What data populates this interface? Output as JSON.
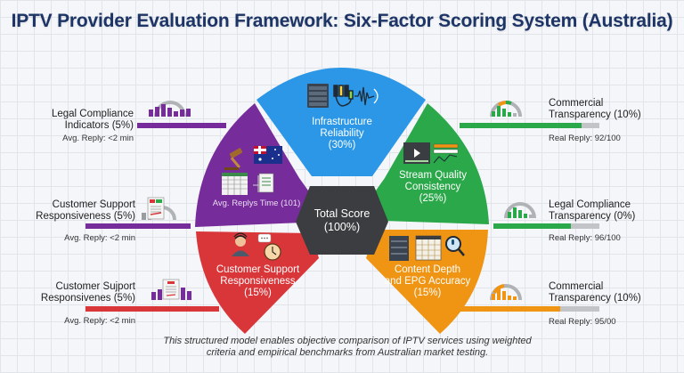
{
  "title": "IPTV Provider Evaluation Framework: Six-Factor Scoring System (Australia)",
  "center": {
    "line1": "Total Score",
    "line2": "(100%)",
    "color": "#3b3d40"
  },
  "segments": [
    {
      "id": "infrastructure",
      "line1": "Infrastructure",
      "line2": "Reliability",
      "line3": "(30%)",
      "weight": 30,
      "color": "#2b97e6",
      "icons": [
        "server-rack-icon",
        "cable-connectors-icon",
        "signal-waveform-icon"
      ]
    },
    {
      "id": "stream-quality",
      "line1": "Stream Quality",
      "line2": "Consistency",
      "line3": "(25%)",
      "weight": 25,
      "color": "#2aa84a",
      "icons": [
        "video-player-icon",
        "bitrate-bars-icon",
        "trend-line-icon"
      ]
    },
    {
      "id": "content-depth",
      "line1": "Content Depth",
      "line2": "and EPG Accuracy",
      "line3": "(15%)",
      "weight": 15,
      "color": "#ef9413",
      "icons": [
        "server-rack-icon",
        "epg-grid-icon",
        "magnifier-icon"
      ]
    },
    {
      "id": "customer-support",
      "line1": "Customer Support",
      "line2": "Responsiveness",
      "line3": "(15%)",
      "weight": 15,
      "color": "#d9363a",
      "icons": [
        "support-agent-icon",
        "chat-bubble-icon",
        "clock-icon"
      ]
    },
    {
      "id": "legal",
      "line1": "Avg. Replys Time (101)",
      "weight": 15,
      "color": "#772c9b",
      "icons": [
        "gavel-icon",
        "australia-flag-icon",
        "spreadsheet-icon",
        "legal-document-icon"
      ]
    }
  ],
  "left_items": [
    {
      "title1": "Legal Compliance",
      "title2": "Indicators (5%)",
      "sub": "Avg. Reply: <2 min",
      "bar_color": "#772c9b",
      "icon": "bar-gauge-icon"
    },
    {
      "title1": "Customer Support",
      "title2": "Responsiveness (5%)",
      "sub": "Avg. Reply: <2 min",
      "bar_color": "#772c9b",
      "icon": "certificate-gauge-icon"
    },
    {
      "title1": "Customer Sujport",
      "title2": "Responsivenes (5%)",
      "sub": "Avg. Reply: <2 min",
      "bar_color": "#d9363a",
      "icon": "certificate-bars-icon"
    }
  ],
  "right_items": [
    {
      "title1": "Commercial",
      "title2": "Transparency (10%)",
      "sub": "Real Reply: 92/100",
      "bar_color": "#2aa84a",
      "fill_pct": 85,
      "icon": "green-gauge-icon"
    },
    {
      "title1": "Legal Compliance",
      "title2": "Transparency (0%)",
      "sub": "Real Reply: 96/100",
      "bar_color": "#2aa84a",
      "fill_pct": 64,
      "icon": "green-gauge-icon"
    },
    {
      "title1": "Commercial",
      "title2": "Transparency (10%)",
      "sub": "Real Reply: 95/00",
      "bar_color": "#ef9413",
      "fill_pct": 75,
      "icon": "orange-gauge-icon"
    }
  ],
  "footer": {
    "line1": "This structured model enables objective comparison of IPTV services using weighted",
    "line2": "criteria and empirical benchmarks from Australian market testing."
  },
  "colors": {
    "title": "#1d3466",
    "track": "#c2c4c7",
    "gauge_arc": "#b0b3b6"
  }
}
